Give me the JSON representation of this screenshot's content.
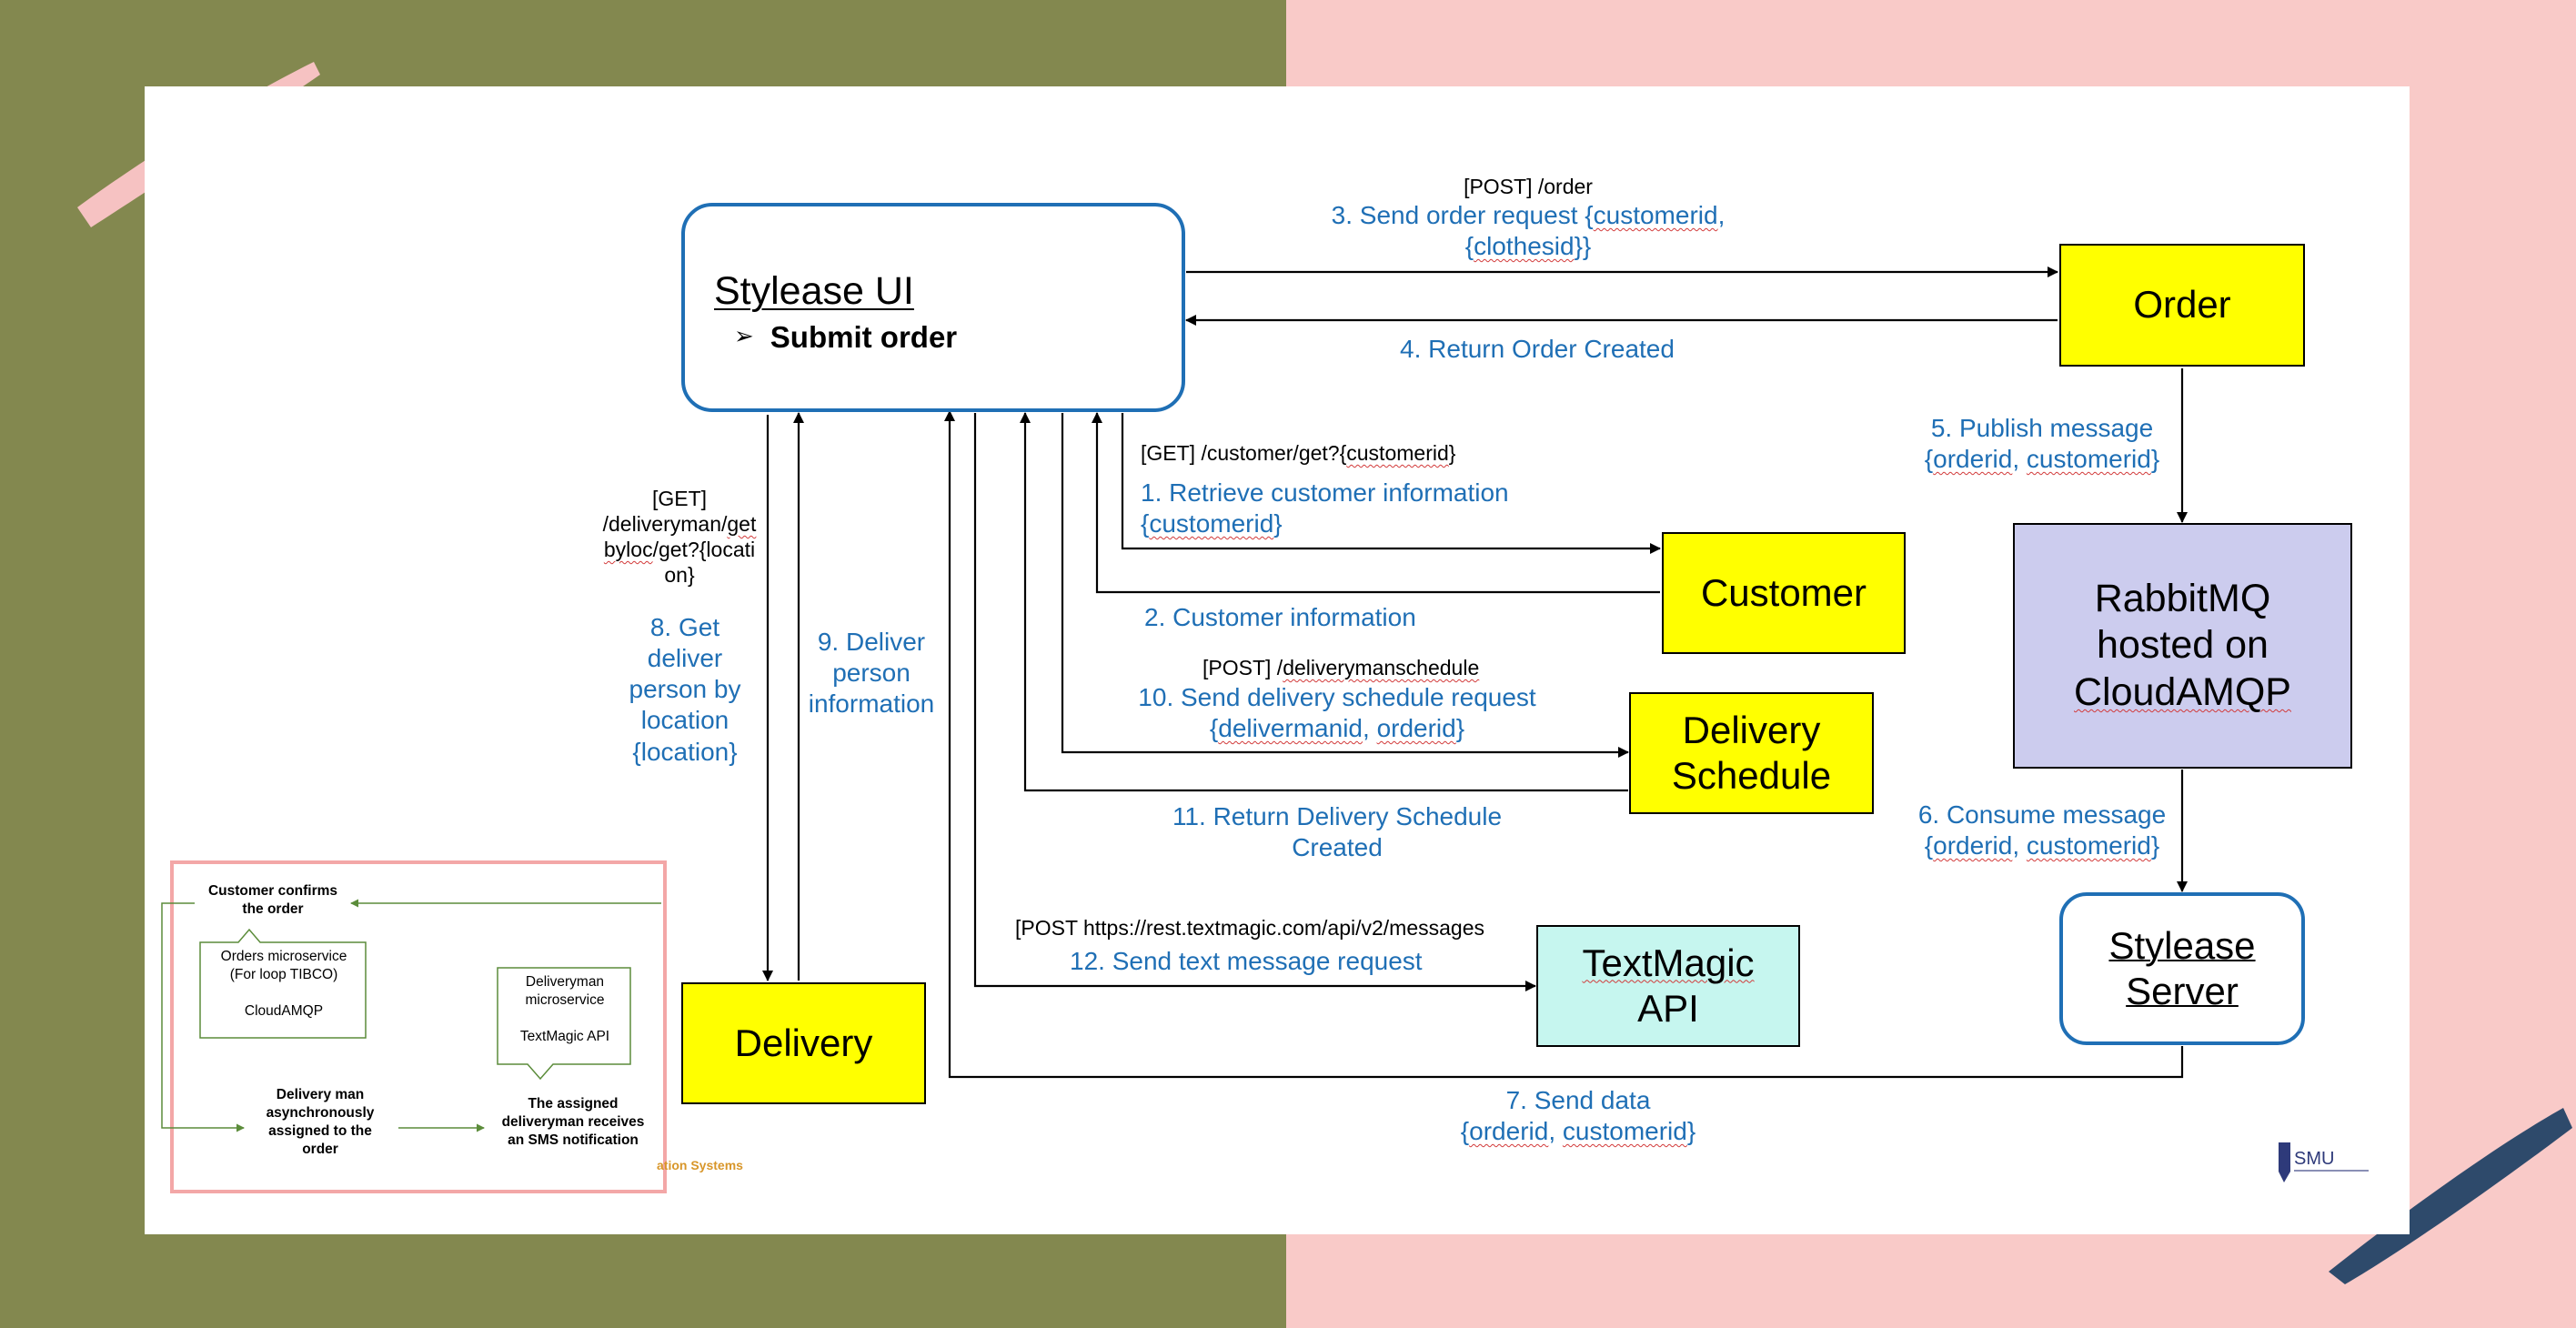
{
  "colors": {
    "bg_left": "#83884F",
    "bg_right": "#F9CAC8",
    "brush_pink": "#F6C2C2",
    "brush_navy": "#2E4A6B",
    "ui_border": "#1F6FB5",
    "label_blue": "#1F6FB5",
    "box_yellow": "#FFFF00",
    "rabbit_fill": "#CCCCEE",
    "textmagic_fill": "#C6F6EF",
    "inset_border": "#F3A7A7",
    "inset_green": "#5B8C3A"
  },
  "boxes": {
    "ui": {
      "title": "Stylease UI",
      "bullet": "➢",
      "item": "Submit order"
    },
    "order": "Order",
    "customer": "Customer",
    "delivery_schedule": {
      "line1": "Delivery",
      "line2": "Schedule"
    },
    "rabbit": {
      "line1": "RabbitMQ",
      "line2": "hosted on",
      "line3": "CloudAMQP"
    },
    "server": {
      "line1": "Stylease",
      "line2": "Server"
    },
    "textmagic": {
      "line1": "TextMagic",
      "line2": "API"
    },
    "delivery": "Delivery"
  },
  "edges": {
    "e3": {
      "endpoint": "[POST] /order",
      "line1_prefix": "3. Send order request {",
      "line1_u": "customerid",
      "line1_suffix": ",",
      "line2_prefix": "{",
      "line2_u": "clothesid",
      "line2_suffix": "}}"
    },
    "e4": {
      "label": "4. Return Order Created"
    },
    "e5": {
      "line1": "5. Publish message",
      "p1": "{",
      "u1": "orderid",
      "sep": ", ",
      "u2": "customerid",
      "p2": "}"
    },
    "e6": {
      "line1": "6. Consume message",
      "p1": "{",
      "u1": "orderid",
      "sep": ", ",
      "u2": "customerid",
      "p2": "}"
    },
    "e7": {
      "line1": "7. Send data",
      "p1": "{",
      "u1": "orderid",
      "sep": ", ",
      "u2": "customerid",
      "p2": "}"
    },
    "e1": {
      "endpoint_prefix": "[GET] /customer/get?{",
      "endpoint_u": "customerid",
      "endpoint_suffix": "}",
      "line1": "1. Retrieve customer information",
      "p1": "{",
      "u1": "customerid",
      "p2": "}"
    },
    "e2": {
      "label": "2. Customer information"
    },
    "e10": {
      "endpoint_prefix": "[POST] /",
      "endpoint_u": "deliverymanschedule",
      "line1": "10. Send delivery schedule request",
      "p1": "{",
      "u1": "delivermanid",
      "sep": ", ",
      "u2": "orderid",
      "p2": "}"
    },
    "e11": {
      "line1": "11. Return Delivery Schedule",
      "line2": "Created"
    },
    "e12": {
      "endpoint": "[POST https://rest.textmagic.com/api/v2/messages",
      "label": "12. Send text message request"
    },
    "e8": {
      "ep1": "[GET]",
      "ep2_a": "/deliveryman/",
      "ep2_u": "get",
      "ep3_u": "byloc",
      "ep3_b": "/get?{",
      "ep3_c": "locati",
      "ep4": "on}",
      "l1": "8. Get",
      "l2": "deliver",
      "l3": "person by",
      "l4": "location",
      "l5": "{location}"
    },
    "e9": {
      "l1": "9. Deliver",
      "l2": "person",
      "l3": "information"
    }
  },
  "inset": {
    "step1": "Customer confirms",
    "step1b": "the order",
    "orders_box": {
      "l1": "Orders microservice",
      "l2": "(For loop TIBCO)",
      "l3": "CloudAMQP"
    },
    "step2": {
      "l1": "Delivery man",
      "l2": "asynchronously",
      "l3": "assigned to the",
      "l4": "order"
    },
    "deliv_box": {
      "l1": "Deliveryman",
      "l2": "microservice",
      "l3": "TextMagic API"
    },
    "step3": {
      "l1": "The assigned",
      "l2": "deliveryman receives",
      "l3": "an SMS notification"
    }
  },
  "footer": {
    "partial": "ation Systems"
  },
  "logo": {
    "text": "SMU"
  }
}
